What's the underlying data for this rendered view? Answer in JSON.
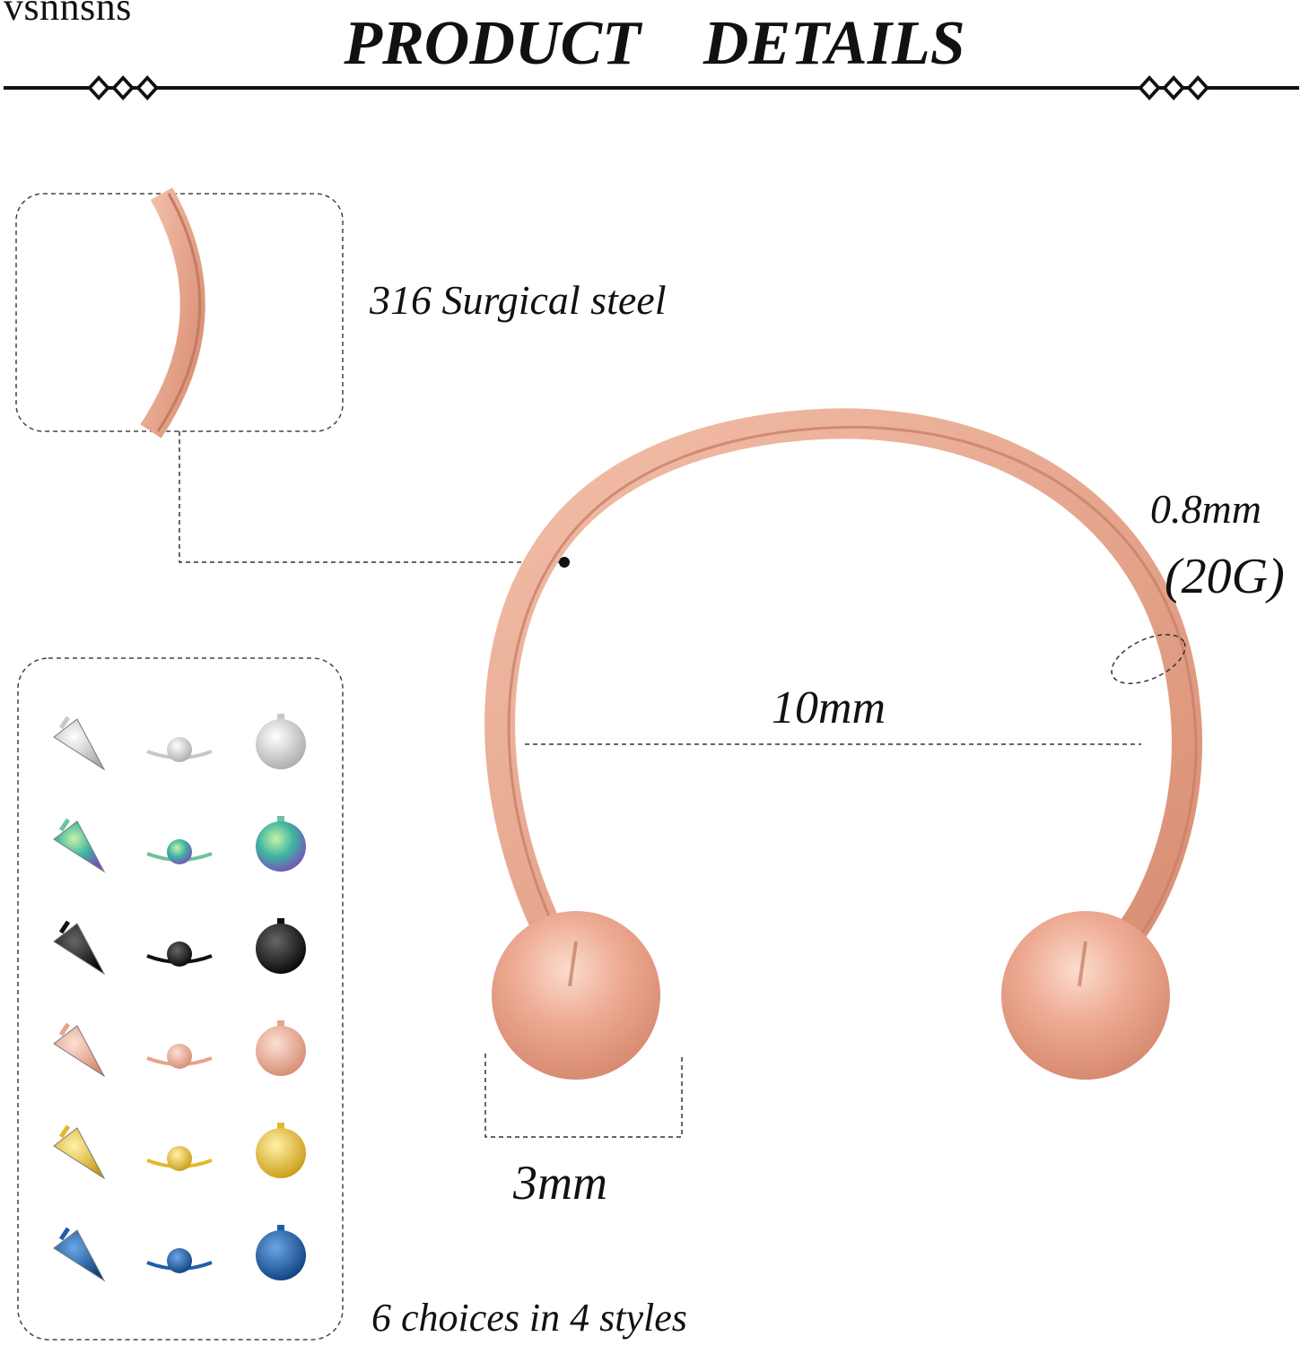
{
  "brand": "vsnnsns",
  "title": "PRODUCT    DETAILS",
  "specs": {
    "material": "316 Surgical steel",
    "gauge_mm": "0.8mm",
    "gauge_g": "(20G)",
    "diameter": "10mm",
    "ball_size": "3mm",
    "choices": "6 choices in 4 styles"
  },
  "colors": {
    "rose_gold": "#e6a48c",
    "silver": "#c8c8c8",
    "rainbow": "#6fc29a",
    "black": "#111111",
    "gold": "#e3b92c",
    "blue": "#1f5fa8"
  },
  "variants": [
    {
      "color": "silver",
      "fill": "#c8c8c8"
    },
    {
      "color": "rainbow",
      "fill": "#6fc29a"
    },
    {
      "color": "black",
      "fill": "#111111"
    },
    {
      "color": "rose-gold",
      "fill": "#e6a48c"
    },
    {
      "color": "gold",
      "fill": "#e3b92c"
    },
    {
      "color": "blue",
      "fill": "#1f5fa8"
    }
  ],
  "styles": [
    "spike",
    "ball-on-bar",
    "ball"
  ]
}
